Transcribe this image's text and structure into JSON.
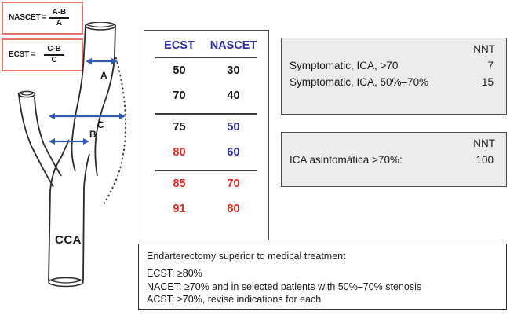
{
  "formulas": [
    {
      "name": "NASCET",
      "equals": "=",
      "numerator": "A-B",
      "denominator": "A"
    },
    {
      "name": "ECST",
      "equals": "=",
      "numerator": "C-B",
      "denominator": "C"
    }
  ],
  "diagram": {
    "labels": {
      "a": "A",
      "b": "B",
      "c": "C",
      "cca": "CCA"
    },
    "arrow_color": "#2f5bb7",
    "vessel_outline_color": "#2b2b2b"
  },
  "comparison_table": {
    "headers": [
      "ECST",
      "NASCET"
    ],
    "header_color": "#2b2fa8",
    "rows": [
      {
        "ecst": "50",
        "ecst_color": "black",
        "nascet": "30",
        "nascet_color": "black"
      },
      {
        "ecst": "70",
        "ecst_color": "black",
        "nascet": "40",
        "nascet_color": "black"
      },
      {
        "ecst": "75",
        "ecst_color": "black",
        "nascet": "50",
        "nascet_color": "blue"
      },
      {
        "ecst": "80",
        "ecst_color": "red",
        "nascet": "60",
        "nascet_color": "blue"
      },
      {
        "ecst": "85",
        "ecst_color": "red",
        "nascet": "70",
        "nascet_color": "red"
      },
      {
        "ecst": "91",
        "ecst_color": "red",
        "nascet": "80",
        "nascet_color": "red"
      }
    ]
  },
  "nnt_symptomatic": {
    "header": "NNT",
    "rows": [
      {
        "label": "Symptomatic, ICA, >70",
        "value": "7"
      },
      {
        "label": "Symptomatic, ICA, 50%–70%",
        "value": "15"
      }
    ]
  },
  "nnt_asymptomatic": {
    "header": "NNT",
    "rows": [
      {
        "label": "ICA asintomática >70%:",
        "value": "100"
      }
    ]
  },
  "recommendation": {
    "title": "Endarterectomy superior to medical treatment",
    "lines": [
      "ECST: ≥80%",
      "NACET: ≥70% and in selected patients with 50%–70% stenosis",
      "ACST: ≥70%, revise indications for each"
    ]
  }
}
